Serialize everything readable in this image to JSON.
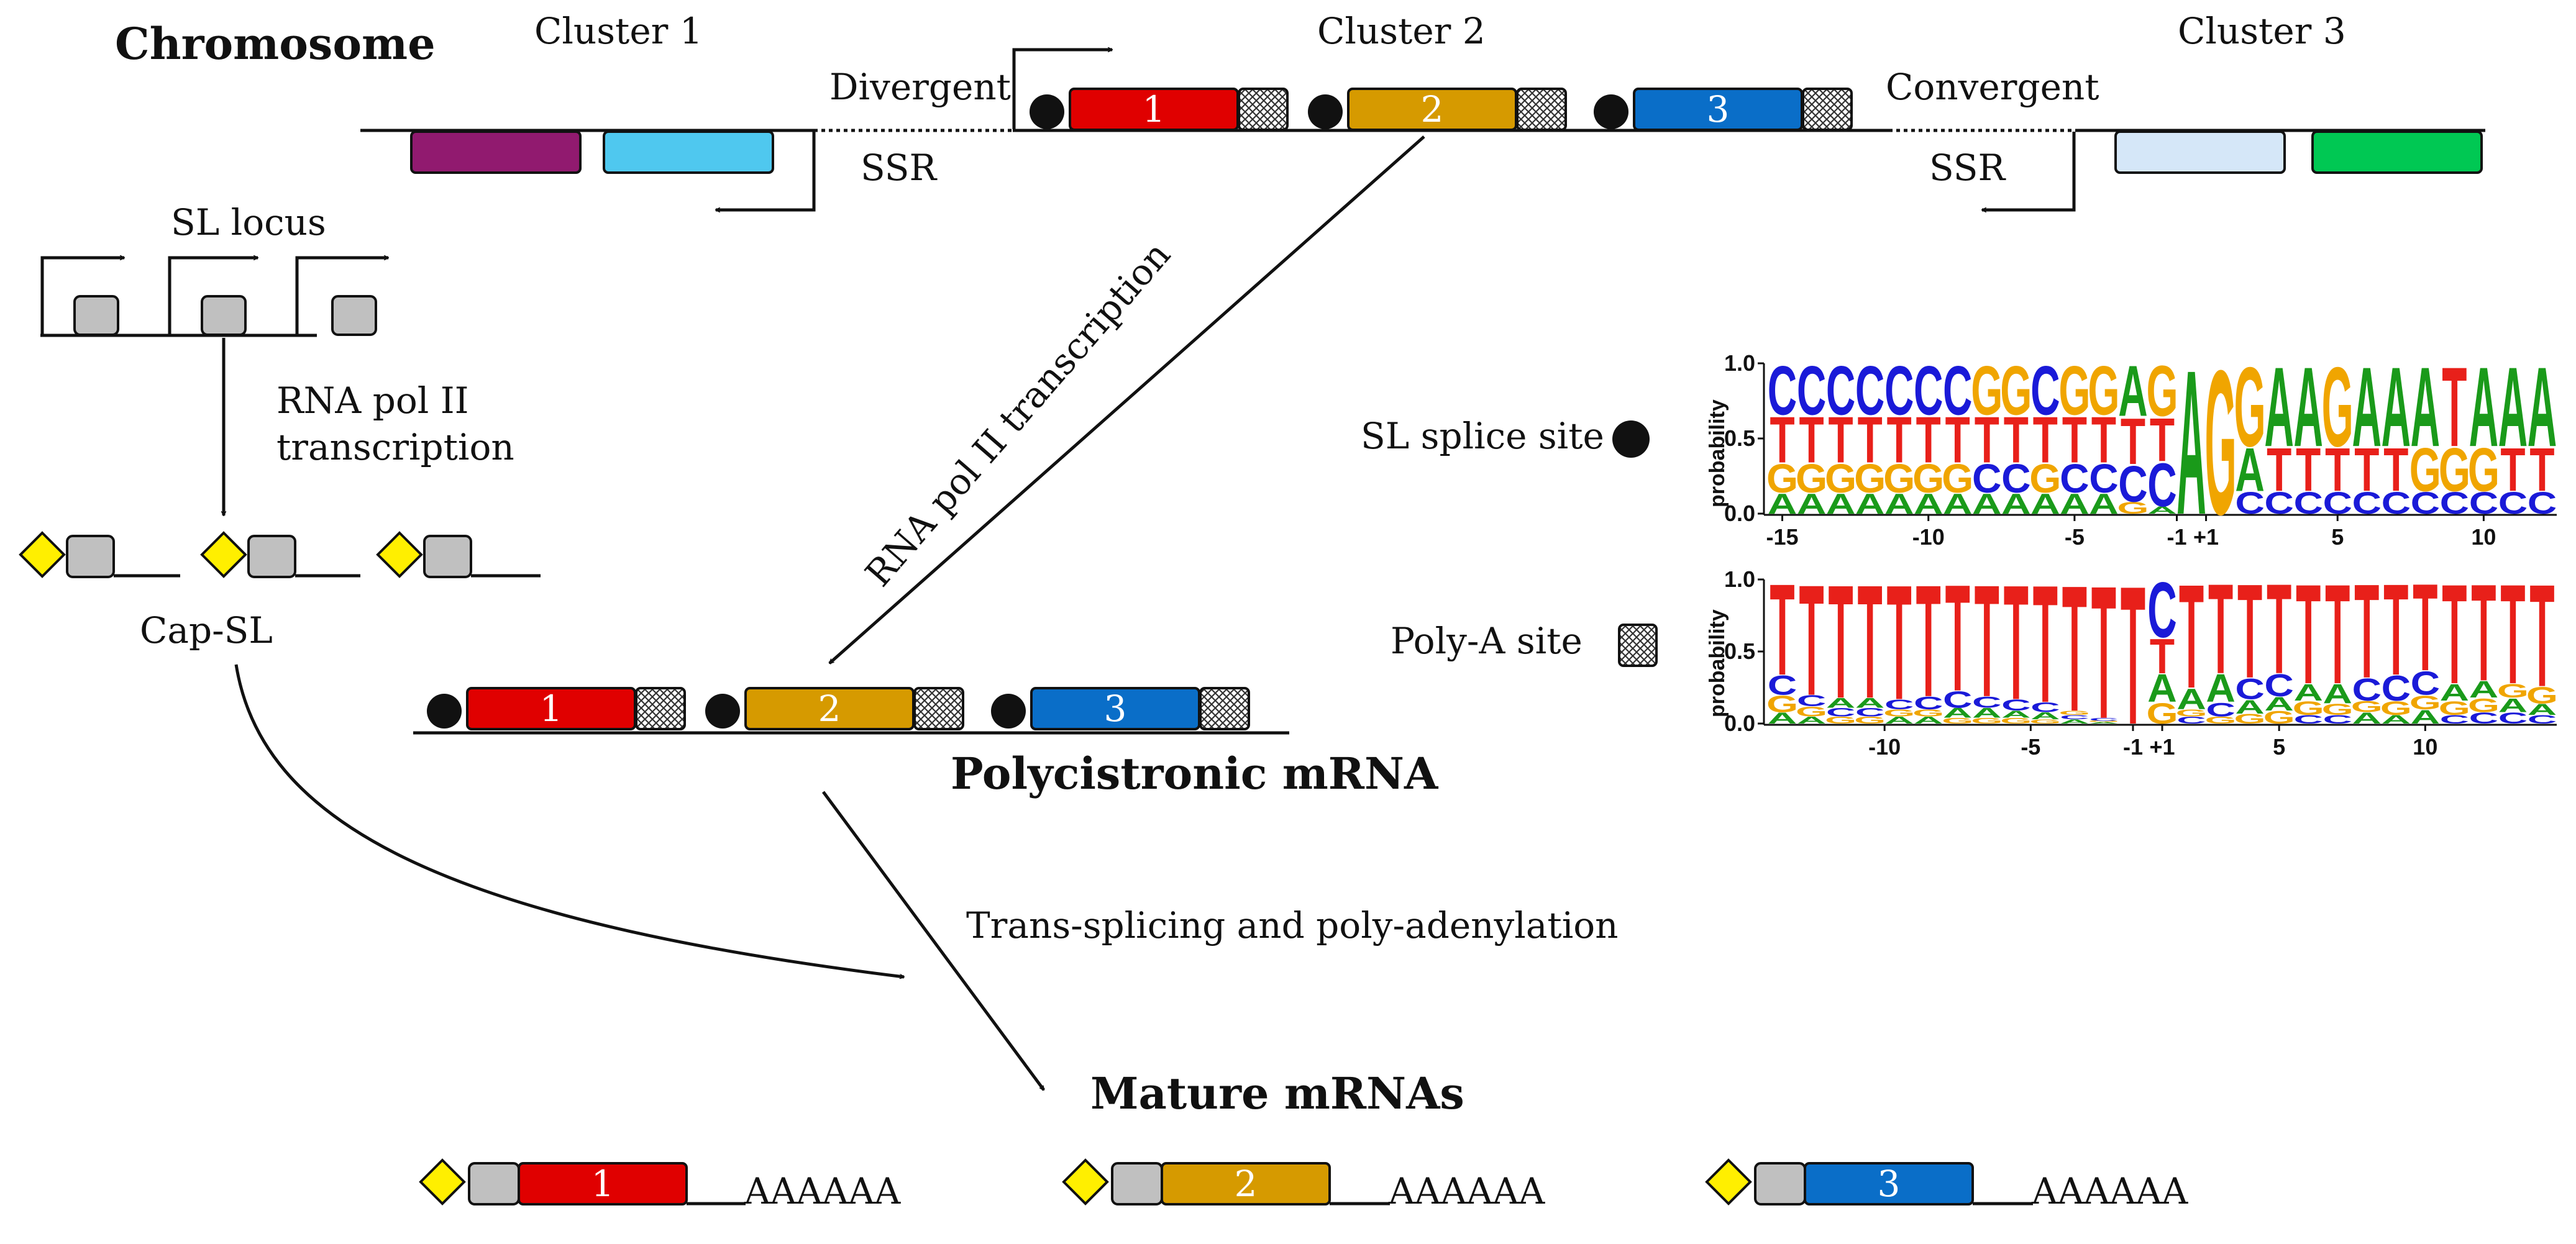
{
  "colors": {
    "gene1": "#e00000",
    "gene2": "#d69a00",
    "gene3": "#0a6ec8",
    "cluster1_gene_a": "#911a6f",
    "cluster1_gene_b": "#4fc8ef",
    "cluster3_gene_a": "#d5e7f8",
    "cluster3_gene_b": "#00c853",
    "cap": "#ffef00",
    "sl_exon": "#c0c0c0",
    "logo_A": "#1a9a1a",
    "logo_C": "#1a1ad8",
    "logo_G": "#f0a500",
    "logo_T": "#e8201a"
  },
  "chromosome": {
    "title": "Chromosome",
    "cluster1": "Cluster 1",
    "cluster2": "Cluster 2",
    "cluster3": "Cluster 3",
    "divergent": "Divergent",
    "convergent": "Convergent",
    "ssr_left": "SSR",
    "ssr_right": "SSR",
    "gene_numbers": [
      "1",
      "2",
      "3"
    ]
  },
  "sl": {
    "locus_label": "SL locus",
    "transcription_line1": "RNA pol II",
    "transcription_line2": "transcription",
    "cap_sl_label": "Cap-SL"
  },
  "pathway": {
    "pol2_diagonal": "RNA pol II transcription",
    "polycistronic_title": "Polycistronic mRNA",
    "processing_label": "Trans-splicing and poly-adenylation",
    "mature_title": "Mature mRNAs",
    "polya_tail": "AAAAAA",
    "mature_numbers": [
      "1",
      "2",
      "3"
    ]
  },
  "legend": {
    "sl_splice_site": "SL splice site",
    "polya_site": "Poly-A site"
  },
  "chart_data": [
    {
      "type": "sequence-logo",
      "title": "",
      "ylabel": "probability",
      "ylim": [
        0,
        1
      ],
      "yticks": [
        "0.0",
        "0.5",
        "1.0"
      ],
      "xticks": [
        "-15",
        "-10",
        "-5",
        "-1",
        "+1",
        "5",
        "10"
      ],
      "columns": [
        {
          "A": 0.14,
          "C": 0.34,
          "G": 0.2,
          "T": 0.32
        },
        {
          "A": 0.14,
          "C": 0.34,
          "G": 0.2,
          "T": 0.32
        },
        {
          "A": 0.14,
          "C": 0.34,
          "G": 0.2,
          "T": 0.32
        },
        {
          "A": 0.14,
          "C": 0.34,
          "G": 0.2,
          "T": 0.32
        },
        {
          "A": 0.14,
          "C": 0.34,
          "G": 0.2,
          "T": 0.32
        },
        {
          "A": 0.14,
          "C": 0.34,
          "G": 0.2,
          "T": 0.32
        },
        {
          "A": 0.14,
          "C": 0.34,
          "G": 0.2,
          "T": 0.32
        },
        {
          "A": 0.14,
          "C": 0.2,
          "G": 0.34,
          "T": 0.32
        },
        {
          "A": 0.14,
          "C": 0.2,
          "G": 0.34,
          "T": 0.32
        },
        {
          "A": 0.14,
          "C": 0.34,
          "G": 0.2,
          "T": 0.32
        },
        {
          "A": 0.14,
          "C": 0.2,
          "G": 0.34,
          "T": 0.32
        },
        {
          "A": 0.14,
          "C": 0.2,
          "G": 0.34,
          "T": 0.32
        },
        {
          "A": 0.35,
          "C": 0.25,
          "G": 0.08,
          "T": 0.32
        },
        {
          "A": 0.05,
          "C": 0.3,
          "G": 0.35,
          "T": 0.3
        },
        {
          "A": 1.0,
          "C": 0,
          "G": 0,
          "T": 0
        },
        {
          "A": 0,
          "C": 0,
          "G": 1.0,
          "T": 0
        },
        {
          "A": 0.3,
          "C": 0.15,
          "G": 0.55,
          "T": 0
        },
        {
          "A": 0.55,
          "C": 0.15,
          "G": 0.0,
          "T": 0.3
        },
        {
          "A": 0.55,
          "C": 0.15,
          "G": 0.0,
          "T": 0.3
        },
        {
          "A": 0.0,
          "C": 0.15,
          "G": 0.55,
          "T": 0.3
        },
        {
          "A": 0.55,
          "C": 0.15,
          "G": 0.0,
          "T": 0.3
        },
        {
          "A": 0.55,
          "C": 0.15,
          "G": 0.0,
          "T": 0.3
        },
        {
          "A": 0.55,
          "C": 0.15,
          "G": 0.3,
          "T": 0.0
        },
        {
          "A": 0.0,
          "C": 0.15,
          "G": 0.3,
          "T": 0.55
        },
        {
          "A": 0.55,
          "C": 0.15,
          "G": 0.3,
          "T": 0.0
        },
        {
          "A": 0.55,
          "C": 0.15,
          "G": 0.0,
          "T": 0.3
        },
        {
          "A": 0.55,
          "C": 0.15,
          "G": 0.0,
          "T": 0.3
        }
      ]
    },
    {
      "type": "sequence-logo",
      "title": "",
      "ylabel": "probability",
      "ylim": [
        0,
        1
      ],
      "yticks": [
        "0.0",
        "0.5",
        "1.0"
      ],
      "xticks": [
        "-10",
        "-5",
        "-1",
        "+1",
        "5",
        "10"
      ],
      "columns": [
        {
          "A": 0.08,
          "C": 0.14,
          "G": 0.12,
          "T": 0.66
        },
        {
          "A": 0.05,
          "C": 0.08,
          "G": 0.07,
          "T": 0.8
        },
        {
          "A": 0.07,
          "C": 0.06,
          "G": 0.05,
          "T": 0.82
        },
        {
          "A": 0.07,
          "C": 0.06,
          "G": 0.05,
          "T": 0.82
        },
        {
          "A": 0.05,
          "C": 0.07,
          "G": 0.05,
          "T": 0.83
        },
        {
          "A": 0.05,
          "C": 0.09,
          "G": 0.05,
          "T": 0.81
        },
        {
          "A": 0.07,
          "C": 0.12,
          "G": 0.04,
          "T": 0.77
        },
        {
          "A": 0.07,
          "C": 0.08,
          "G": 0.04,
          "T": 0.81
        },
        {
          "A": 0.05,
          "C": 0.08,
          "G": 0.04,
          "T": 0.83
        },
        {
          "A": 0.05,
          "C": 0.07,
          "G": 0.03,
          "T": 0.85
        },
        {
          "A": 0.03,
          "C": 0.03,
          "G": 0.03,
          "T": 0.91
        },
        {
          "A": 0.01,
          "C": 0.02,
          "G": 0.01,
          "T": 0.96
        },
        {
          "A": 0.0,
          "C": 0.0,
          "G": 0.0,
          "T": 1.0
        },
        {
          "A": 0.2,
          "C": 0.4,
          "G": 0.15,
          "T": 0.25
        },
        {
          "A": 0.15,
          "C": 0.05,
          "G": 0.05,
          "T": 0.75
        },
        {
          "A": 0.2,
          "C": 0.1,
          "G": 0.05,
          "T": 0.65
        },
        {
          "A": 0.1,
          "C": 0.15,
          "G": 0.07,
          "T": 0.68
        },
        {
          "A": 0.1,
          "C": 0.16,
          "G": 0.09,
          "T": 0.65
        },
        {
          "A": 0.12,
          "C": 0.06,
          "G": 0.1,
          "T": 0.72
        },
        {
          "A": 0.14,
          "C": 0.06,
          "G": 0.08,
          "T": 0.72
        },
        {
          "A": 0.08,
          "C": 0.16,
          "G": 0.08,
          "T": 0.68
        },
        {
          "A": 0.06,
          "C": 0.18,
          "G": 0.1,
          "T": 0.66
        },
        {
          "A": 0.1,
          "C": 0.17,
          "G": 0.1,
          "T": 0.63
        },
        {
          "A": 0.12,
          "C": 0.06,
          "G": 0.1,
          "T": 0.72
        },
        {
          "A": 0.12,
          "C": 0.08,
          "G": 0.1,
          "T": 0.7
        },
        {
          "A": 0.1,
          "C": 0.08,
          "G": 0.1,
          "T": 0.72
        },
        {
          "A": 0.08,
          "C": 0.06,
          "G": 0.12,
          "T": 0.74
        }
      ]
    }
  ]
}
